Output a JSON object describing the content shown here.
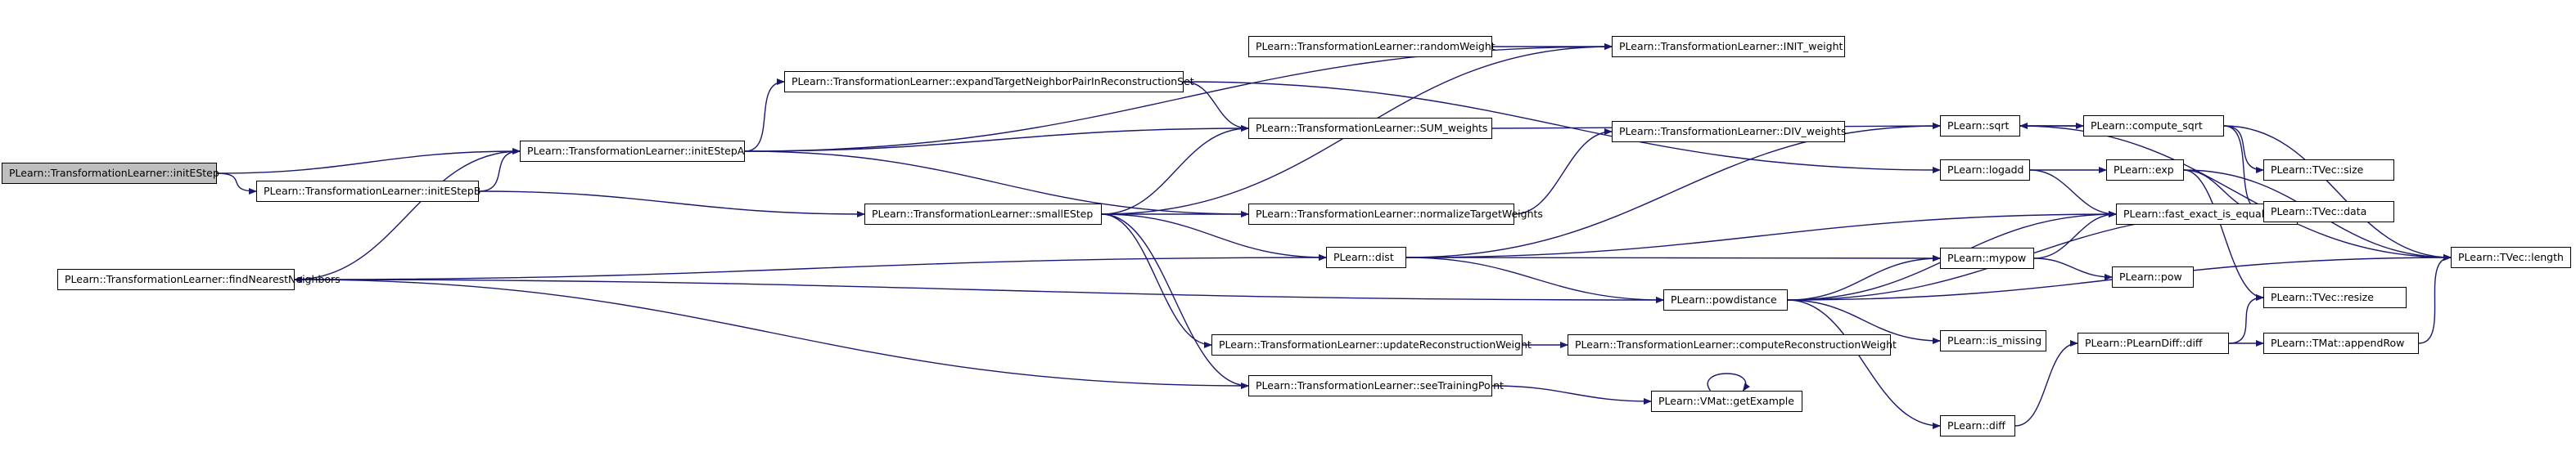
{
  "colors": {
    "edge": "#191970",
    "node_border": "#000000",
    "node_fill": "#ffffff",
    "root_fill": "#bfbfbf"
  },
  "nodes": {
    "initEStep": "PLearn::TransformationLearner::initEStep",
    "initEStepB": "PLearn::TransformationLearner::initEStepB",
    "initEStepA": "PLearn::TransformationLearner::initEStepA",
    "expandTarget": "PLearn::TransformationLearner::expandTargetNeighborPairInReconstructionSet",
    "randomWeight": "PLearn::TransformationLearner::randomWeight",
    "initWeight": "PLearn::TransformationLearner::INIT_weight",
    "sumWeights": "PLearn::TransformationLearner::SUM_weights",
    "divWeights": "PLearn::TransformationLearner::DIV_weights",
    "smallEStep": "PLearn::TransformationLearner::smallEStep",
    "normalize": "PLearn::TransformationLearner::normalizeTargetWeights",
    "findNN": "PLearn::TransformationLearner::findNearestNeighbors",
    "updateRW": "PLearn::TransformationLearner::updateReconstructionWeight",
    "computeRW": "PLearn::TransformationLearner::computeReconstructionWeight",
    "seeTP": "PLearn::TransformationLearner::seeTrainingPoint",
    "getExample": "PLearn::VMat::getExample",
    "dist": "PLearn::dist",
    "powdistance": "PLearn::powdistance",
    "mypow": "PLearn::mypow",
    "pow": "PLearn::pow",
    "isMissing": "PLearn::is_missing",
    "diff": "PLearn::diff",
    "pdiff": "PLearn::PLearnDiff::diff",
    "appendRow": "PLearn::TMat::appendRow",
    "sqrt": "PLearn::sqrt",
    "computeSqrt": "PLearn::compute_sqrt",
    "logadd": "PLearn::logadd",
    "exp": "PLearn::exp",
    "fastExact": "PLearn::fast_exact_is_equal",
    "tvecSize": "PLearn::TVec::size",
    "tvecData": "PLearn::TVec::data",
    "tvecResize": "PLearn::TVec::resize",
    "tvecLength": "PLearn::TVec::length"
  },
  "edges": [
    [
      "initEStep",
      "initEStepA"
    ],
    [
      "initEStep",
      "initEStepB"
    ],
    [
      "initEStepB",
      "initEStepA"
    ],
    [
      "initEStepB",
      "smallEStep"
    ],
    [
      "initEStepA",
      "initWeight"
    ],
    [
      "initEStepA",
      "expandTarget"
    ],
    [
      "initEStepA",
      "sumWeights"
    ],
    [
      "initEStepA",
      "normalize"
    ],
    [
      "initEStepA",
      "findNN"
    ],
    [
      "expandTarget",
      "sumWeights"
    ],
    [
      "expandTarget",
      "logadd"
    ],
    [
      "randomWeight",
      "initWeight"
    ],
    [
      "sumWeights",
      "sqrt"
    ],
    [
      "smallEStep",
      "initWeight"
    ],
    [
      "smallEStep",
      "sumWeights"
    ],
    [
      "smallEStep",
      "normalize"
    ],
    [
      "smallEStep",
      "dist"
    ],
    [
      "smallEStep",
      "updateRW"
    ],
    [
      "smallEStep",
      "seeTP"
    ],
    [
      "normalize",
      "divWeights"
    ],
    [
      "findNN",
      "dist"
    ],
    [
      "findNN",
      "powdistance"
    ],
    [
      "findNN",
      "seeTP"
    ],
    [
      "updateRW",
      "computeRW"
    ],
    [
      "seeTP",
      "getExample"
    ],
    [
      "getExample",
      "getExample"
    ],
    [
      "dist",
      "sqrt"
    ],
    [
      "dist",
      "fastExact"
    ],
    [
      "dist",
      "mypow"
    ],
    [
      "dist",
      "powdistance"
    ],
    [
      "powdistance",
      "mypow"
    ],
    [
      "powdistance",
      "fastExact"
    ],
    [
      "powdistance",
      "isMissing"
    ],
    [
      "powdistance",
      "diff"
    ],
    [
      "powdistance",
      "tvecData"
    ],
    [
      "powdistance",
      "tvecLength"
    ],
    [
      "mypow",
      "pow"
    ],
    [
      "mypow",
      "fastExact"
    ],
    [
      "diff",
      "pdiff"
    ],
    [
      "pdiff",
      "appendRow"
    ],
    [
      "pdiff",
      "tvecResize"
    ],
    [
      "appendRow",
      "tvecLength"
    ],
    [
      "sqrt",
      "computeSqrt"
    ],
    [
      "computeSqrt",
      "sqrt"
    ],
    [
      "sqrt",
      "tvecLength"
    ],
    [
      "computeSqrt",
      "tvecSize"
    ],
    [
      "computeSqrt",
      "tvecData"
    ],
    [
      "computeSqrt",
      "tvecLength"
    ],
    [
      "logadd",
      "exp"
    ],
    [
      "logadd",
      "fastExact"
    ],
    [
      "exp",
      "tvecData"
    ],
    [
      "exp",
      "tvecResize"
    ],
    [
      "exp",
      "tvecLength"
    ]
  ]
}
